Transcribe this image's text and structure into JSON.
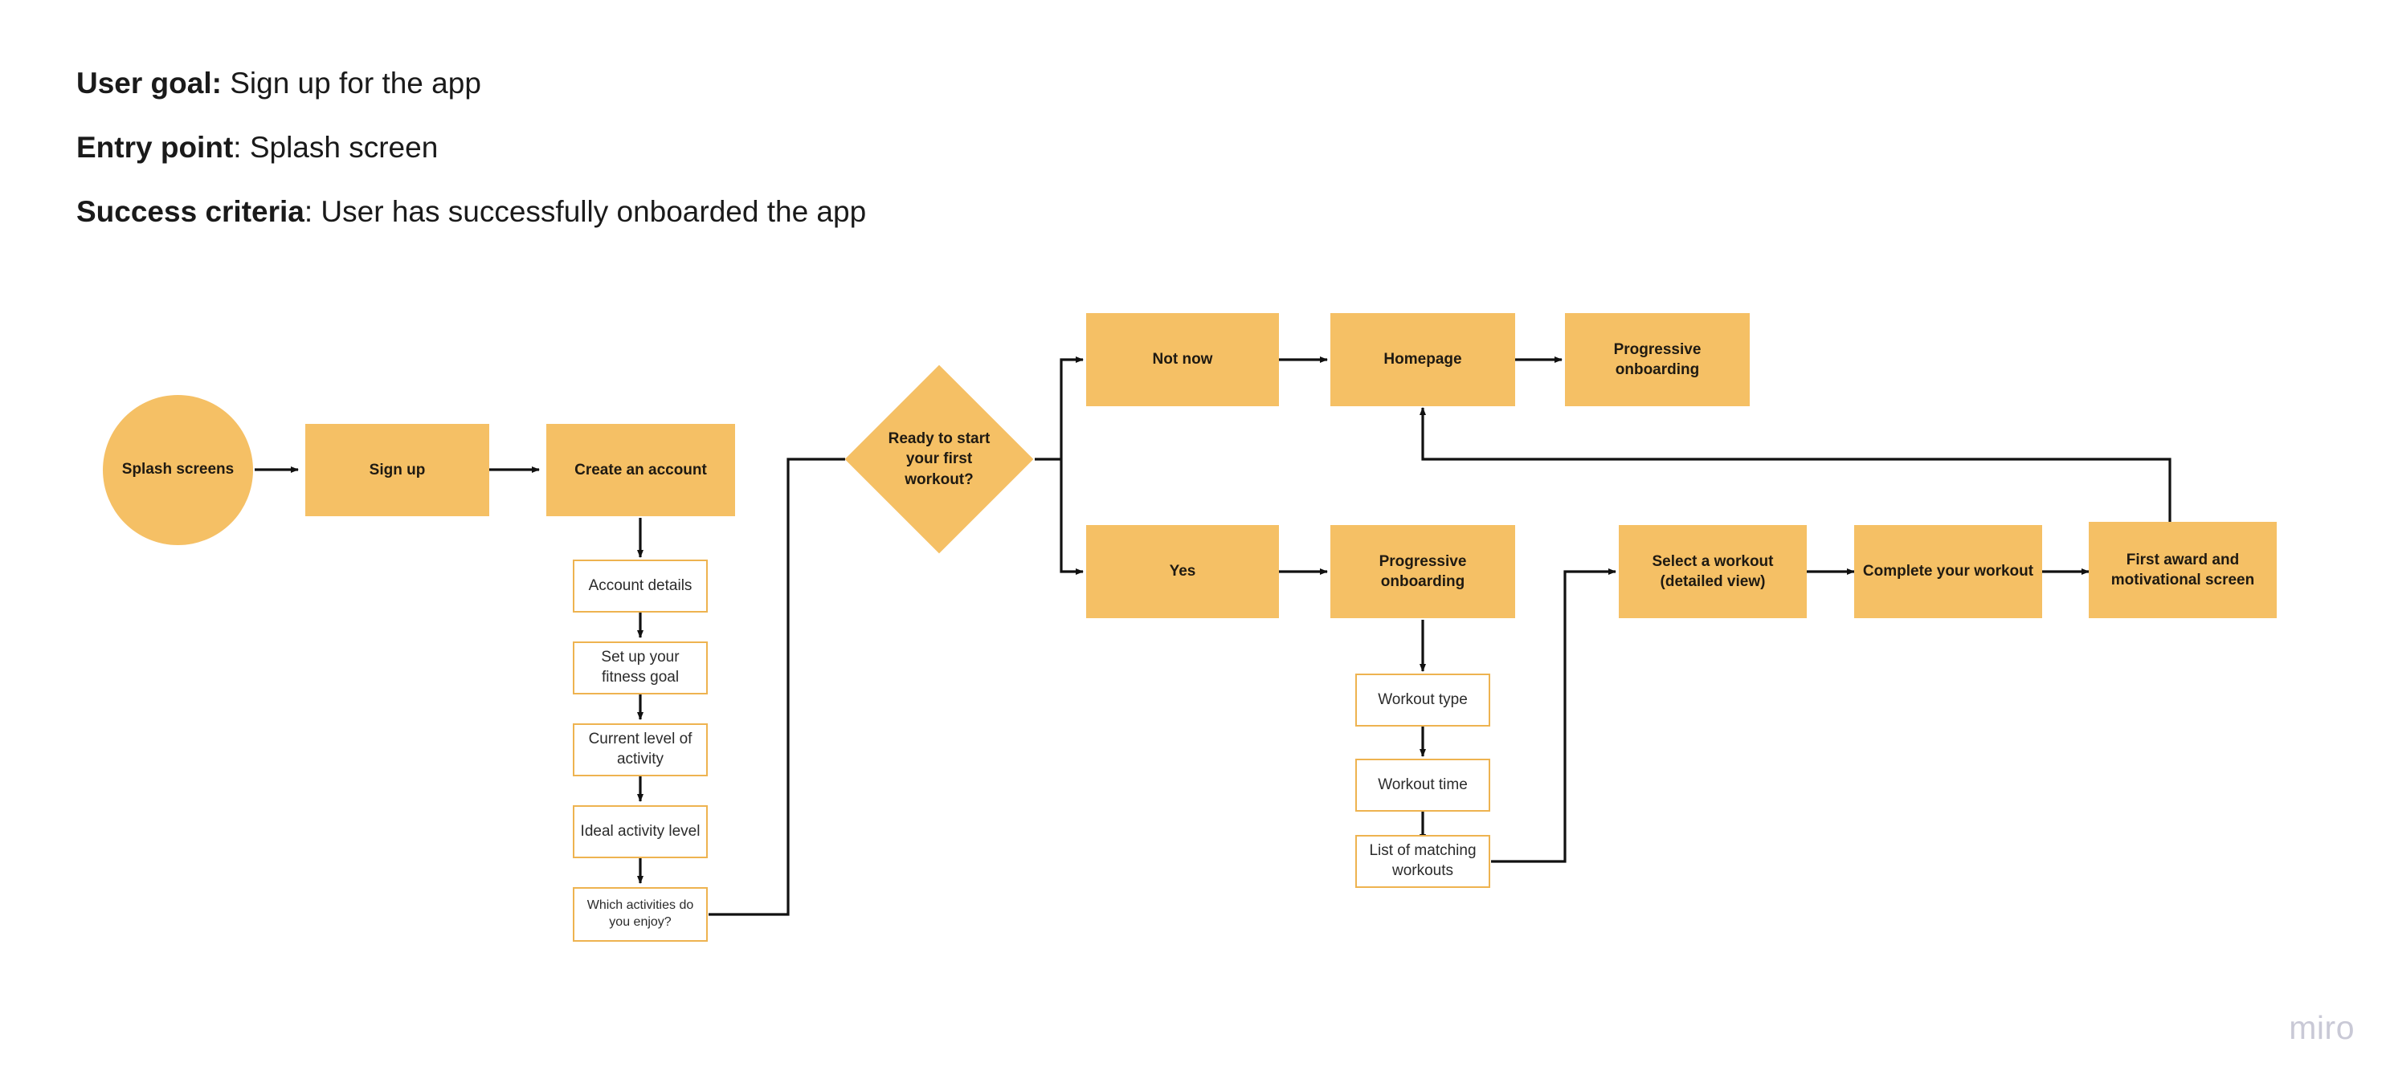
{
  "header": {
    "lines": [
      {
        "label": "User goal:",
        "text": " Sign up for the app"
      },
      {
        "label": "Entry point",
        "text": ": Splash screen"
      },
      {
        "label": "Success criteria",
        "text": ": User has successfully onboarded the app"
      }
    ]
  },
  "watermark": {
    "text": "miro"
  },
  "colors": {
    "node_fill": "#f5c065",
    "sub_border": "#eeb350",
    "sub_fill": "#ffffff",
    "connector": "#111111",
    "text": "#1f1a12",
    "watermark": "#c9c9d6"
  },
  "flow": {
    "start": {
      "label": "Splash screens",
      "shape": "circle"
    },
    "signup": {
      "label": "Sign up",
      "shape": "rect"
    },
    "create_account": {
      "label": "Create an account",
      "shape": "rect"
    },
    "account_steps": [
      {
        "label": "Account details"
      },
      {
        "label": "Set up your fitness goal"
      },
      {
        "label": "Current level of activity"
      },
      {
        "label": "Ideal activity level"
      },
      {
        "label": "Which activities do you enjoy?"
      }
    ],
    "decision": {
      "label": "Ready to start your first workout?",
      "shape": "diamond"
    },
    "branch_no": {
      "label": "Not now",
      "shape": "rect"
    },
    "homepage": {
      "label": "Homepage",
      "shape": "rect"
    },
    "progressive_onboarding_top": {
      "label": "Progressive onboarding",
      "shape": "rect"
    },
    "branch_yes": {
      "label": "Yes",
      "shape": "rect"
    },
    "progressive_onboarding_bottom": {
      "label": "Progressive onboarding",
      "shape": "rect"
    },
    "workout_steps": [
      {
        "label": "Workout type"
      },
      {
        "label": "Workout time"
      },
      {
        "label": "List of matching workouts"
      }
    ],
    "select_workout": {
      "label": "Select a workout (detailed view)",
      "shape": "rect"
    },
    "complete_workout": {
      "label": "Complete your workout",
      "shape": "rect"
    },
    "first_award": {
      "label": "First award and motivational screen",
      "shape": "rect"
    }
  }
}
